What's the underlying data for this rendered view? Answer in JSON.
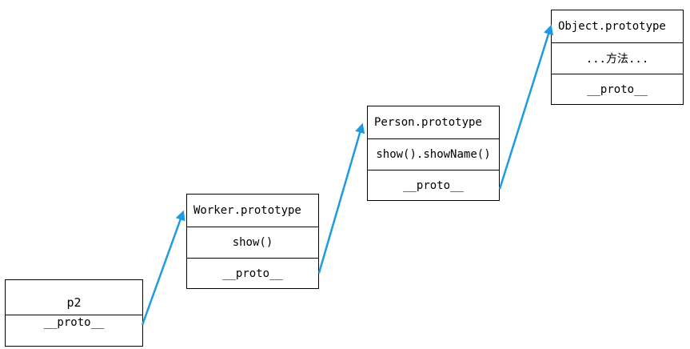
{
  "diagram": {
    "arrow_color": "#1e9be0",
    "boxes": {
      "p2": {
        "name": "p2",
        "proto": "__proto__"
      },
      "worker": {
        "name": "Worker.prototype",
        "method": "show()",
        "proto": "__proto__"
      },
      "person": {
        "name": "Person.prototype",
        "method": "show().showName()",
        "proto": "__proto__"
      },
      "object": {
        "name": "Object.prototype",
        "method": "...方法...",
        "proto": "__proto__"
      }
    }
  }
}
